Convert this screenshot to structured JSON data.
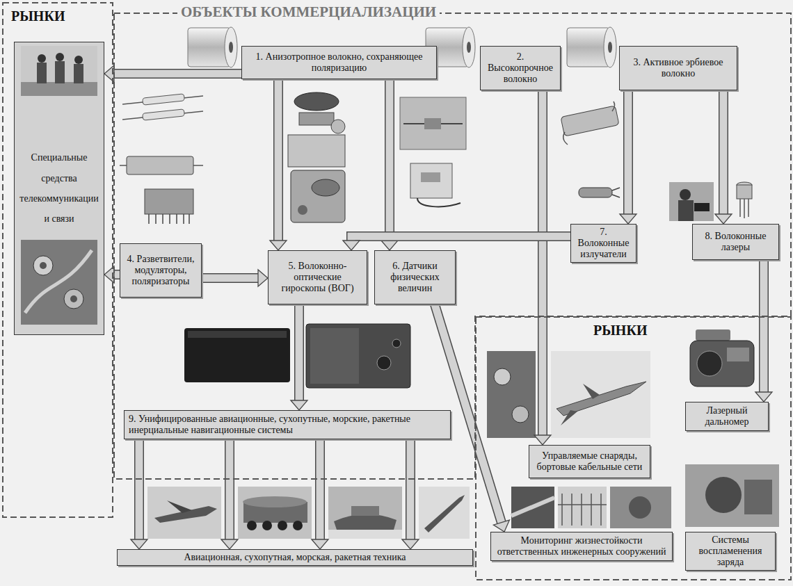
{
  "diagram": {
    "nodes": [
      {
        "text": [
          "РЫНКИ"
        ]
      },
      {
        "text": [
          "Специальные средства телекоммуникации и связи"
        ],
        "in": 0
      },
      {
        "text": [
          "ОБЪЕКТЫ КОММЕРЦИАЛИЗАЦИИ"
        ]
      },
      {
        "text": [
          "1. Анизотропное волокно, сохраняющее поляризацию"
        ],
        "in": 2
      },
      {
        "text": [
          "2. Высокопрочное волокно"
        ],
        "in": 2
      },
      {
        "text": [
          "3. Активное эрбиевое волокно"
        ],
        "in": 2
      },
      {
        "text": [
          "4. Разветвители, модуляторы, поляризаторы"
        ],
        "in": 2
      },
      {
        "text": [
          "5. Волоконно-оптические гироскопы (ВОГ)"
        ],
        "in": 2
      },
      {
        "text": [
          "6. Датчики физических величин"
        ],
        "in": 2
      },
      {
        "text": [
          "7. Волоконные излучатели"
        ],
        "in": 2
      },
      {
        "text": [
          "8. Волоконные лазеры"
        ],
        "in": 2
      },
      {
        "text": [
          "9. Унифицированные авиационные, сухопутные, морские, ракетные инерциальные навигационные системы"
        ],
        "in": 2
      },
      {
        "text": [
          "РЫНКИ"
        ]
      },
      {
        "text": [
          "Управляемые снаряды, бортовые кабельные сети"
        ],
        "in": 12
      },
      {
        "text": [
          "Лазерный дальномер"
        ],
        "in": 12
      },
      {
        "text": [
          "Мониторинг жизнестойкости ответственных инженерных сооружений"
        ],
        "in": 12
      },
      {
        "text": [
          "Системы воспламенения заряда"
        ],
        "in": 12
      },
      {
        "text": [
          "Авиационная, сухопутная, морская, ракетная техника"
        ]
      }
    ],
    "edges": [
      {
        "from": 3,
        "to": 1,
        "arrow": "to"
      },
      {
        "from": 3,
        "to": 7,
        "arrow": "to"
      },
      {
        "from": 3,
        "to": 8,
        "arrow": "to"
      },
      {
        "from": 4,
        "to": 13,
        "arrow": "to"
      },
      {
        "from": 5,
        "to": 9,
        "arrow": "to"
      },
      {
        "from": 5,
        "to": 10,
        "arrow": "to"
      },
      {
        "from": 9,
        "to": 7,
        "arrow": "to"
      },
      {
        "from": 6,
        "to": 7,
        "arrow": "to"
      },
      {
        "from": 6,
        "to": 1,
        "arrow": "to"
      },
      {
        "from": 7,
        "to": 11,
        "arrow": "to"
      },
      {
        "from": 8,
        "to": 15,
        "arrow": "to"
      },
      {
        "from": 10,
        "to": 14,
        "arrow": "to"
      },
      {
        "from": 11,
        "to": 17,
        "arrow": "to"
      },
      {
        "from": 11,
        "to": 17,
        "arrow": "to"
      },
      {
        "from": 11,
        "to": 17,
        "arrow": "to"
      },
      {
        "from": 11,
        "to": 17,
        "arrow": "to"
      }
    ]
  }
}
